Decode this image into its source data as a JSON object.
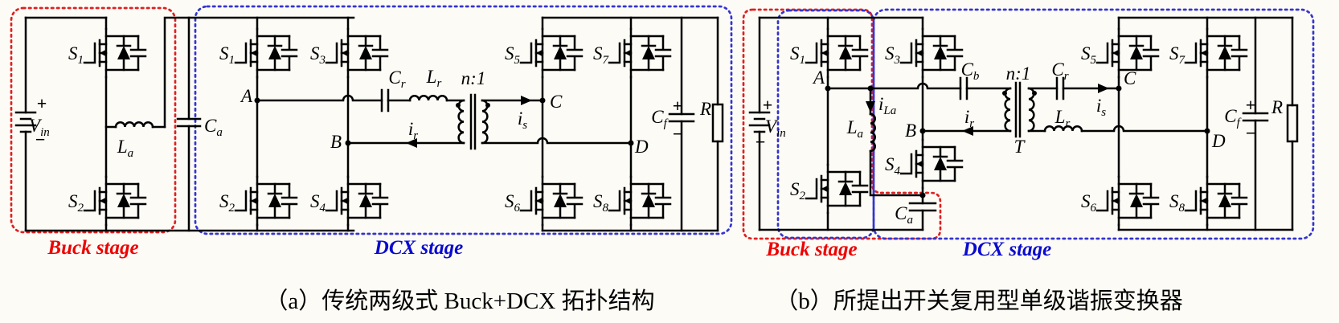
{
  "colors": {
    "bg": "#fcfbf6",
    "wire": "#000000",
    "box_red": "#e02020",
    "box_blue": "#3434cf",
    "label_red": "#ee0000",
    "label_blue": "#0a0ad0"
  },
  "sym": {
    "S1": {
      "m": "S",
      "s": "1"
    },
    "S2": {
      "m": "S",
      "s": "2"
    },
    "S3": {
      "m": "S",
      "s": "3"
    },
    "S4": {
      "m": "S",
      "s": "4"
    },
    "S5": {
      "m": "S",
      "s": "5"
    },
    "S6": {
      "m": "S",
      "s": "6"
    },
    "S7": {
      "m": "S",
      "s": "7"
    },
    "S8": {
      "m": "S",
      "s": "8"
    },
    "Vin": {
      "m": "V",
      "s": "in"
    },
    "La": {
      "m": "L",
      "s": "a"
    },
    "Ca": {
      "m": "C",
      "s": "a"
    },
    "Cb": {
      "m": "C",
      "s": "b"
    },
    "Cr": {
      "m": "C",
      "s": "r"
    },
    "Lr": {
      "m": "L",
      "s": "r"
    },
    "Cf": {
      "m": "C",
      "s": "f"
    },
    "R": "R",
    "A": "A",
    "B": "B",
    "C": "C",
    "D": "D",
    "n_ratio": "n:1",
    "T": "T",
    "ir": {
      "m": "i",
      "s": "r"
    },
    "is": {
      "m": "i",
      "s": "s"
    },
    "iLa": {
      "m": "i",
      "s": "La"
    },
    "plus": "+",
    "minus": "−"
  },
  "panel_a": {
    "buck_stage": "Buck stage",
    "dcx_stage": "DCX stage",
    "caption": "（a）传统两级式 Buck+DCX 拓扑结构"
  },
  "panel_b": {
    "buck_stage": "Buck stage",
    "dcx_stage": "DCX stage",
    "caption": "（b）所提出开关复用型单级谐振变换器"
  }
}
